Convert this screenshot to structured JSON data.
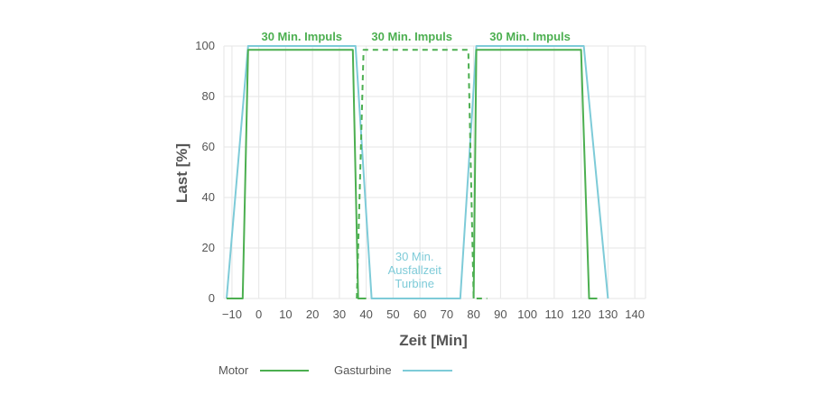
{
  "chart_data": {
    "type": "line",
    "xlabel": "Zeit [Min]",
    "ylabel": "Last [%]",
    "xlim": [
      -13,
      144
    ],
    "ylim": [
      0,
      100
    ],
    "x_ticks": [
      -10,
      0,
      10,
      20,
      30,
      40,
      50,
      60,
      70,
      80,
      90,
      100,
      110,
      120,
      130,
      140
    ],
    "y_ticks": [
      0,
      20,
      40,
      60,
      80,
      100
    ],
    "grid": true,
    "legend_position": "bottom-left",
    "colors": {
      "motor": "#4caf50",
      "gasturbine": "#7ecbd8",
      "grid": "#e6e6e6"
    },
    "series": [
      {
        "name": "Motor",
        "style": "solid",
        "points": [
          [
            -12,
            0
          ],
          [
            -6,
            0
          ],
          [
            -4,
            98.5
          ],
          [
            35,
            98.5
          ],
          [
            37,
            0
          ],
          [
            40,
            0
          ]
        ]
      },
      {
        "name": "Motor",
        "style": "solid",
        "points": [
          [
            80,
            0
          ],
          [
            81,
            98.5
          ],
          [
            120,
            98.5
          ],
          [
            123,
            0
          ],
          [
            126,
            0
          ]
        ]
      },
      {
        "name": "Gasturbine",
        "style": "solid",
        "points": [
          [
            -12,
            0
          ],
          [
            -4,
            100
          ],
          [
            36,
            100
          ],
          [
            42,
            0
          ],
          [
            75,
            0
          ],
          [
            81,
            100
          ],
          [
            121,
            100
          ],
          [
            130,
            0
          ]
        ]
      },
      {
        "name": "Motor",
        "style": "dashed",
        "points": [
          [
            36.5,
            0
          ],
          [
            39,
            98.5
          ],
          [
            78,
            98.5
          ],
          [
            80,
            0
          ],
          [
            85,
            0
          ]
        ]
      }
    ],
    "annotations": [
      {
        "text": "30 Min. Impuls",
        "x": 16,
        "y": 100
      },
      {
        "text": "30 Min. Impuls",
        "x": 57,
        "y": 100
      },
      {
        "text": "30 Min. Impuls",
        "x": 101,
        "y": 100
      },
      {
        "lines": [
          "30 Min.",
          "Ausfallzeit",
          "Turbine"
        ],
        "x": 58,
        "y": 15
      }
    ],
    "legend": [
      {
        "label": "Motor",
        "series": "Motor"
      },
      {
        "label": "Gasturbine",
        "series": "Gasturbine"
      }
    ]
  }
}
